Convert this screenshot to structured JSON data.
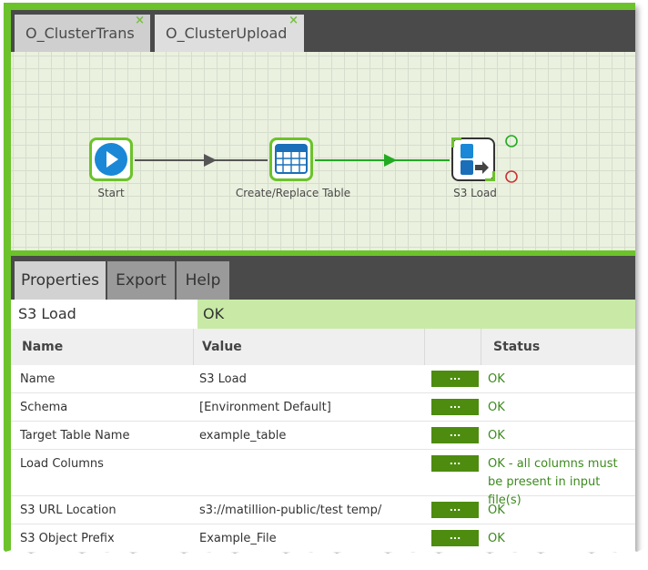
{
  "job_tabs": [
    {
      "label": "O_ClusterTrans",
      "active": false
    },
    {
      "label": "O_ClusterUpload",
      "active": true
    }
  ],
  "tab_close_glyph": "×",
  "canvas": {
    "nodes": [
      {
        "label": "Start",
        "icon": "play-icon"
      },
      {
        "label": "Create/Replace Table",
        "icon": "table-grid-icon"
      },
      {
        "label": "S3 Load",
        "icon": "s3-load-icon"
      }
    ],
    "connector_colors": {
      "unconditional": "#555555",
      "success": "#22aa22",
      "failure": "#cc3333"
    }
  },
  "panel_tabs": [
    {
      "label": "Properties",
      "active": true
    },
    {
      "label": "Export",
      "active": false
    },
    {
      "label": "Help",
      "active": false
    }
  ],
  "component": {
    "name": "S3 Load",
    "status": "OK"
  },
  "columns": {
    "name": "Name",
    "value": "Value",
    "edit": "",
    "status": "Status"
  },
  "edit_button_label": "...",
  "properties": [
    {
      "name": "Name",
      "value": "S3 Load",
      "status": "OK"
    },
    {
      "name": "Schema",
      "value": "[Environment Default]",
      "status": "OK"
    },
    {
      "name": "Target Table Name",
      "value": "example_table",
      "status": "OK"
    },
    {
      "name": "Load Columns",
      "value": "",
      "status": "OK - all columns must be present in input file(s)"
    },
    {
      "name": "S3 URL Location",
      "value": "s3://matillion-public/test temp/",
      "status": "OK"
    },
    {
      "name": "S3 Object Prefix",
      "value": "Example_File",
      "status": "OK"
    }
  ],
  "colors": {
    "accent": "#6cc22a",
    "ok_banner": "#c8eaa6",
    "edit_button": "#4d8c0f"
  }
}
